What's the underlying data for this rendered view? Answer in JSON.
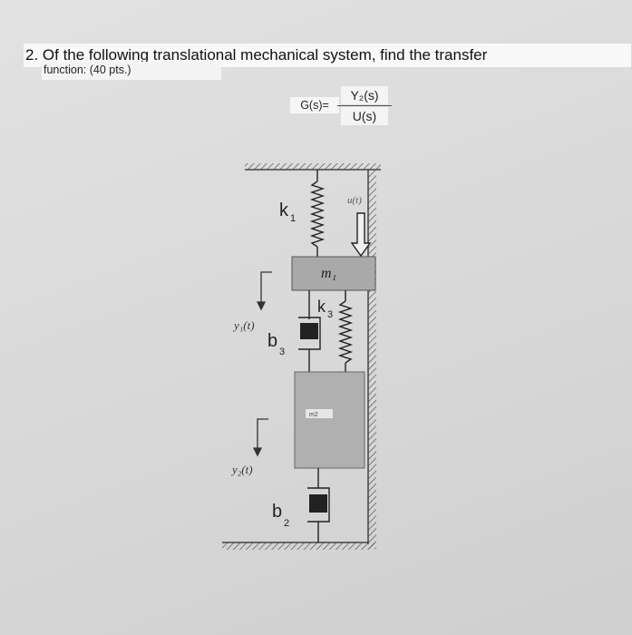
{
  "question": {
    "line1": "2. Of the following translational mechanical system, find the transfer",
    "line2": "function: (40 pts.)"
  },
  "transfer_function": {
    "lhs": "G(s)=",
    "numerator": "Y₂(s)",
    "denominator": "U(s)"
  },
  "diagram": {
    "labels": {
      "k1": "k",
      "k1_sub": "1",
      "k3": "k",
      "k3_sub": "3",
      "b3": "b",
      "b3_sub": "3",
      "b2": "b",
      "b2_sub": "2",
      "m1": "m₁",
      "m2": "m2",
      "u": "u(t)",
      "y1": "y₁(t)",
      "y2": "y₂(t)"
    }
  }
}
